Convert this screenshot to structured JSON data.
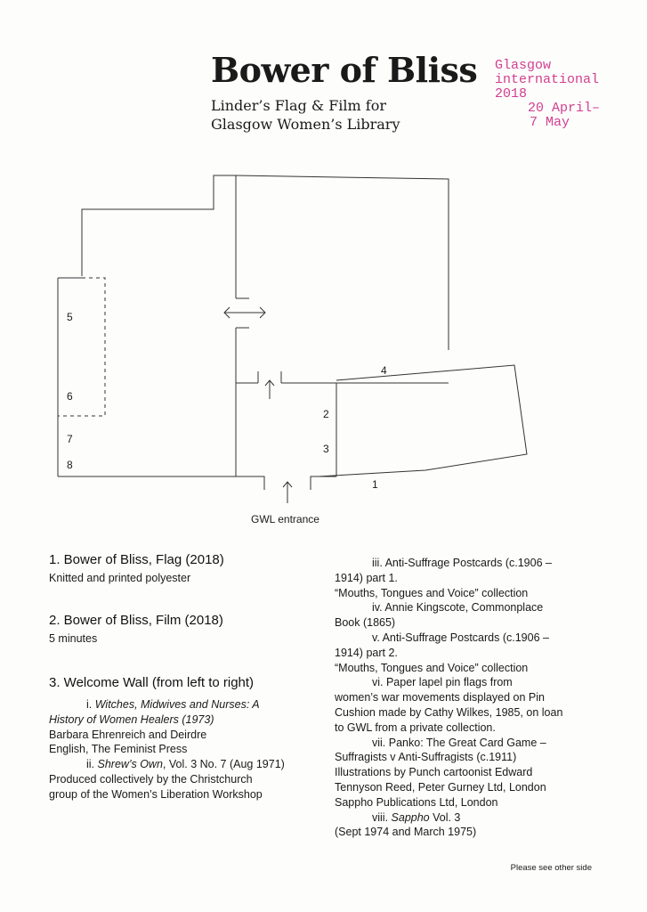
{
  "header": {
    "title": "Bower of Bliss",
    "subtitle_line1": "Linder’s Flag & Film for",
    "subtitle_line2": "Glasgow Women’s Library",
    "festival_line1": "Glasgow",
    "festival_line2": "international",
    "festival_line3": "2018",
    "dates_line1": "20 April–",
    "dates_line2": "7 May",
    "accent_color": "#d1408f"
  },
  "floorplan": {
    "markers": [
      "1",
      "2",
      "3",
      "4",
      "5",
      "6",
      "7",
      "8"
    ],
    "entrance_label": "GWL entrance"
  },
  "items": {
    "one": {
      "heading": "1. Bower of Bliss, Flag (2018)",
      "detail": "Knitted and printed polyester"
    },
    "two": {
      "heading": "2. Bower of Bliss, Film (2018)",
      "detail": "5 minutes"
    },
    "three": {
      "heading": "3. Welcome Wall (from left to right)",
      "i_num": "i. ",
      "i_title_a": "Witches, Midwives and Nurses: A",
      "i_title_b": "History of Women Healers (1973)",
      "i_rest_1": "Barbara Ehrenreich and Deirdre",
      "i_rest_2": "English, The Feminist Press",
      "ii_num": "ii. ",
      "ii_title": "Shrew’s Own",
      "ii_rest": ", Vol. 3 No. 7 (Aug 1971)",
      "ii_line2": "Produced collectively by the Christchurch",
      "ii_line3": "group of the Women’s Liberation Workshop"
    }
  },
  "right_column": {
    "iii_1": "iii. Anti-Suffrage Postcards (c.1906 –",
    "iii_2": "1914) part 1.",
    "iii_3": "“Mouths, Tongues and Voice” collection",
    "iv_1": "iv. Annie Kingscote, Commonplace",
    "iv_2": "Book (1865)",
    "v_1": "v. Anti-Suffrage Postcards (c.1906 –",
    "v_2": "1914) part 2.",
    "v_3": "“Mouths, Tongues and Voice” collection",
    "vi_1": "vi. Paper lapel pin flags from",
    "vi_2": "women’s war movements displayed on Pin",
    "vi_3": "Cushion made by Cathy Wilkes, 1985, on loan",
    "vi_4": "to GWL from a private collection.",
    "vii_1": "vii. Panko: The Great Card Game –",
    "vii_2": "Suffragists v Anti-Suffragists (c.1911)",
    "vii_3": "Illustrations by Punch cartoonist Edward",
    "vii_4": "Tennyson Reed, Peter Gurney Ltd, London",
    "vii_5": "Sappho Publications Ltd, London",
    "viii_num": "viii. ",
    "viii_title": "Sappho",
    "viii_rest": " Vol. 3",
    "viii_2": "(Sept 1974 and March 1975)"
  },
  "footer": {
    "note": "Please see other side"
  }
}
